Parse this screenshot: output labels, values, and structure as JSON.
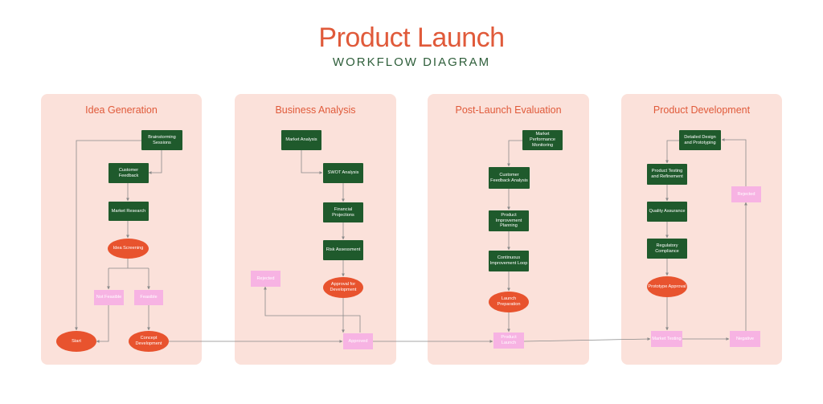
{
  "header": {
    "title": "Product Launch",
    "subtitle": "WORKFLOW DIAGRAM"
  },
  "colors": {
    "accent": "#e05a3a",
    "process": "#1f5a2c",
    "decision": "#e8532e",
    "terminal": "#f7b3e3",
    "panel": "#fbe1da"
  },
  "panels": [
    {
      "title": "Idea Generation"
    },
    {
      "title": "Business Analysis"
    },
    {
      "title": "Post-Launch Evaluation"
    },
    {
      "title": "Product Development"
    }
  ],
  "nodes": {
    "brainstorming": "Brainstorming Sessions",
    "customer_feedback": "Customer Feedback",
    "market_research": "Market Research",
    "idea_screening": "Idea Screening",
    "not_feasible": "Not Feasible",
    "feasible": "Feasible",
    "start": "Start",
    "concept_development": "Concept Development",
    "market_analysis": "Market Analysis",
    "swot_analysis": "SWOT Analysis",
    "financial_projections": "Financial Projections",
    "risk_assessment": "Risk Assessment",
    "approval_for_development": "Approval for Development",
    "rejected_ba": "Rejected",
    "approved": "Approved",
    "market_performance_monitoring": "Market Performance Monitoring",
    "customer_feedback_analysis": "Customer Feedback Analysis",
    "product_improvement_planning": "Product Improvement Planning",
    "continuous_improvement_loop": "Continuous Improvement Loop",
    "launch_preparation": "Launch Preparation",
    "product_launch": "Product Launch",
    "detailed_design": "Detailed Design and Prototyping",
    "product_testing": "Product Testing and Refinement",
    "quality_assurance": "Quality Assurance",
    "regulatory_compliance": "Regulatory Compliance",
    "prototype_approval": "Prototype Approval",
    "market_testing": "Market Testing",
    "negative": "Negative",
    "rejected_pd": "Rejected"
  }
}
